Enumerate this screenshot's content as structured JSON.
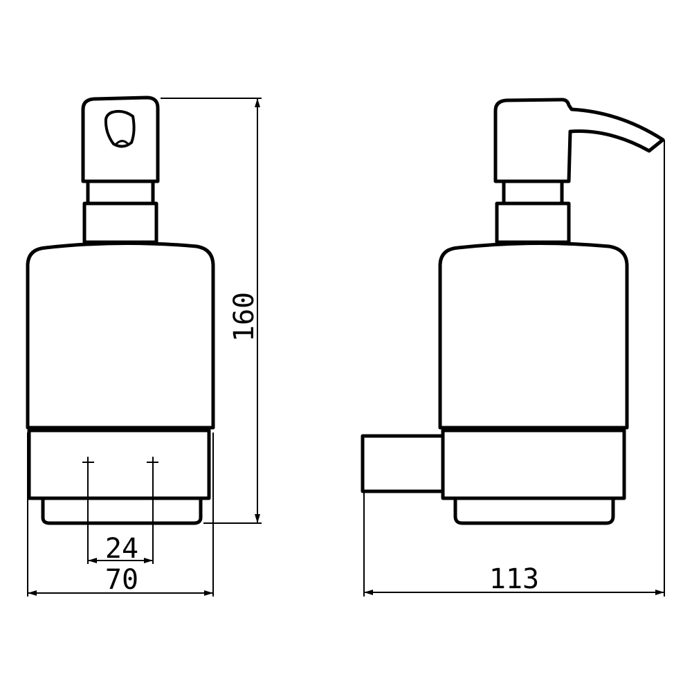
{
  "dimensions": {
    "height": "160",
    "width_front": "70",
    "hole_spacing": "24",
    "depth_side": "113"
  }
}
